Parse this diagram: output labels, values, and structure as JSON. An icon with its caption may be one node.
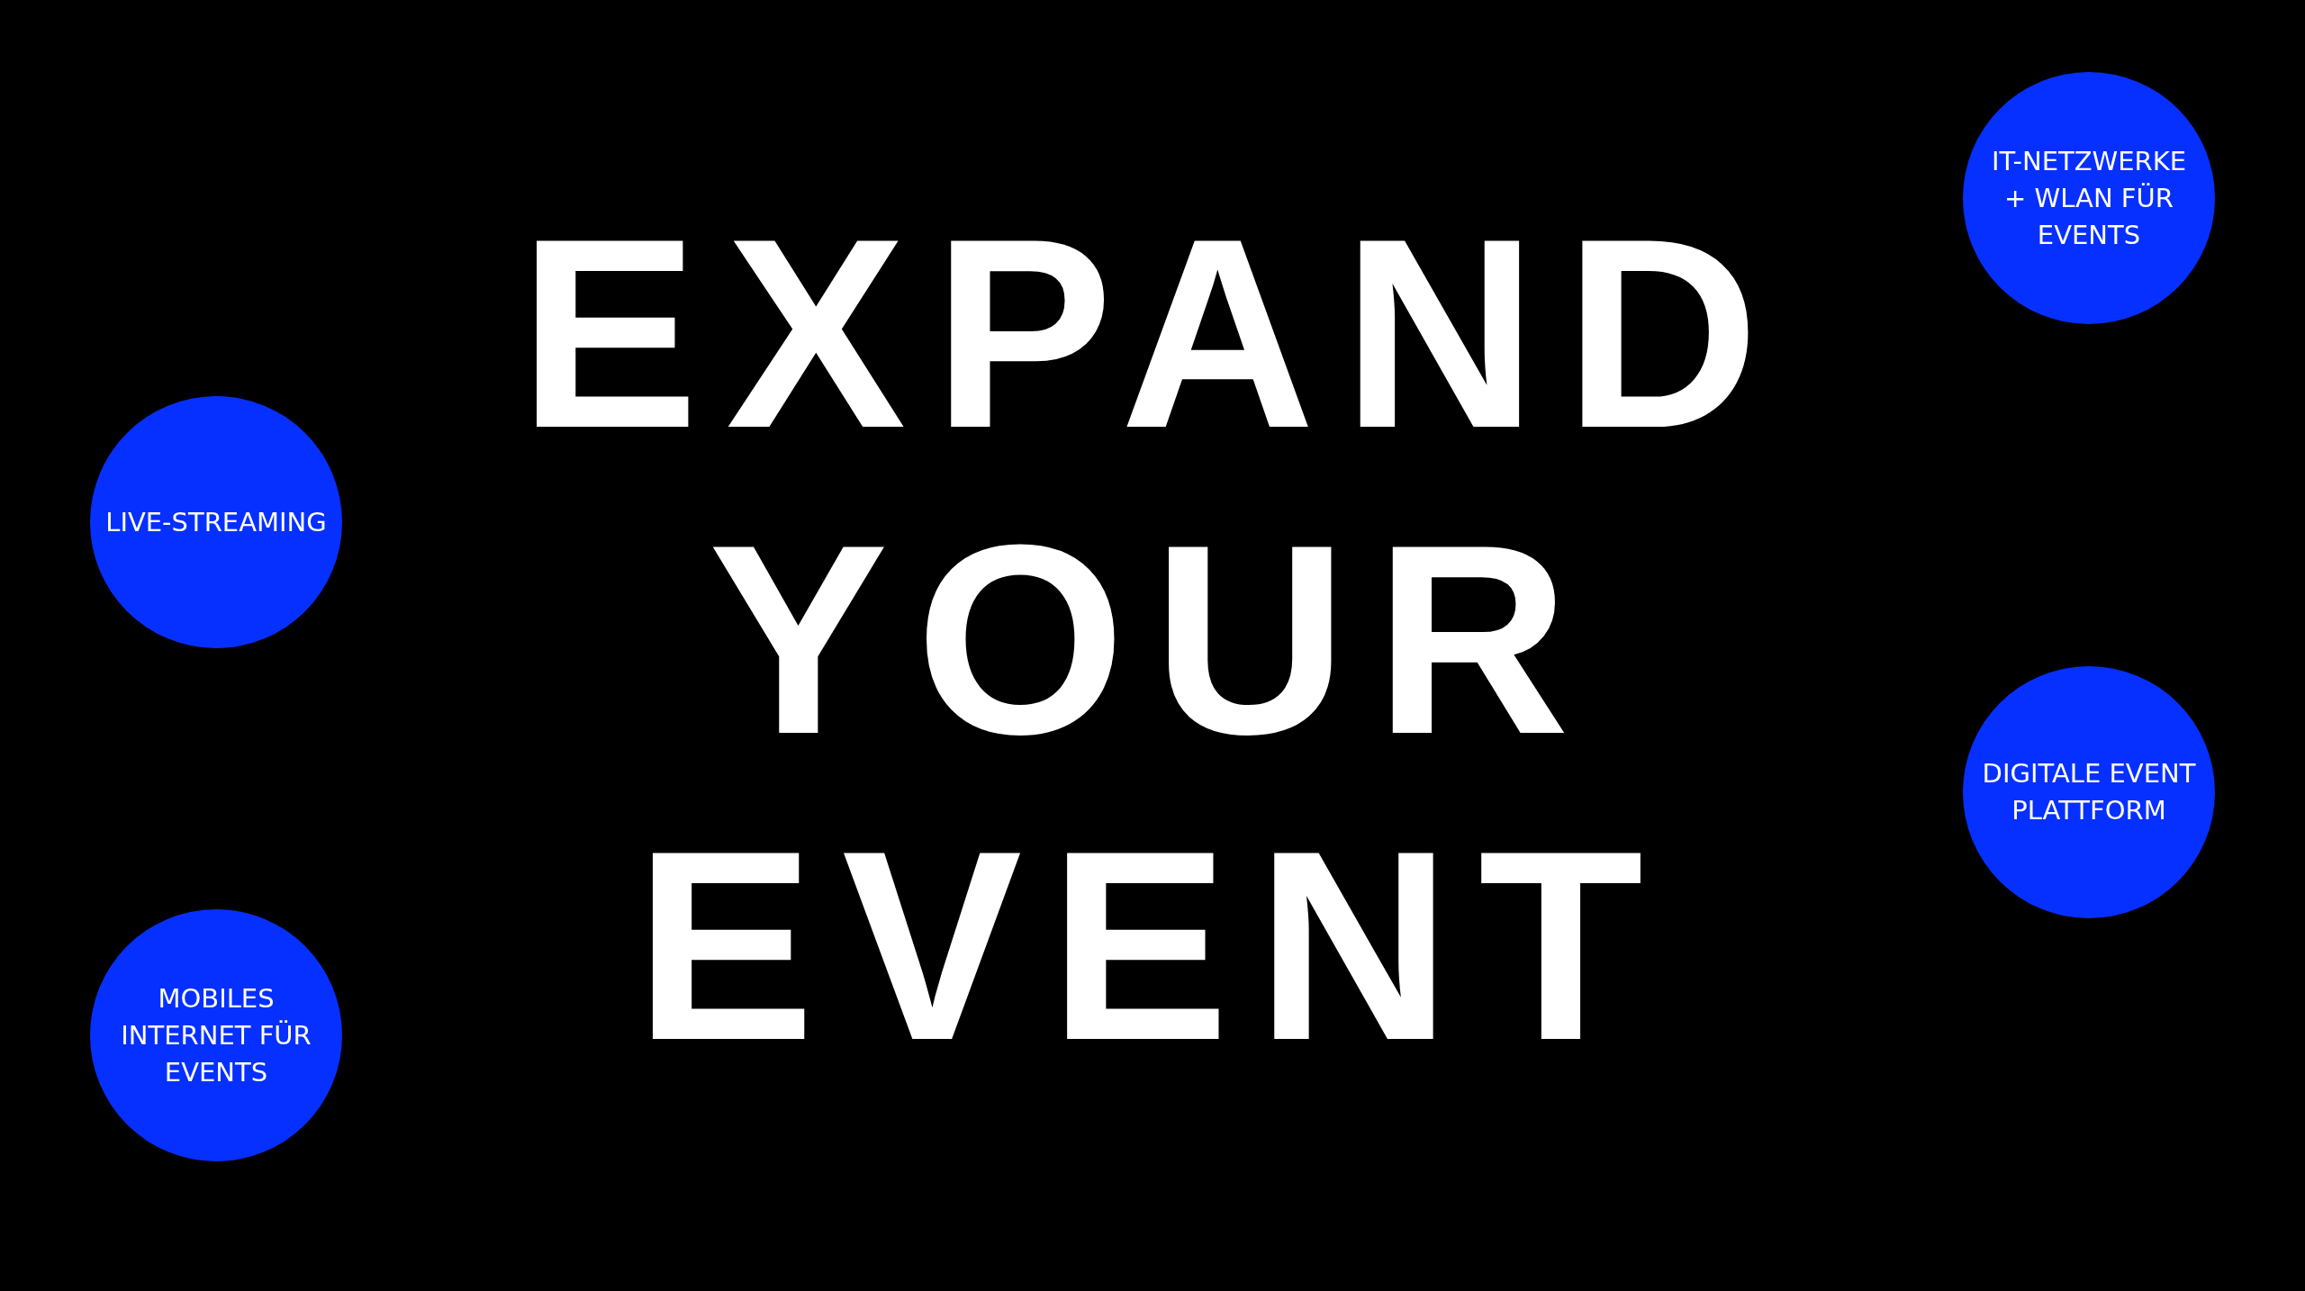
{
  "diagram": {
    "title": "EXPAND YOUR EVENT",
    "nodes": [
      {
        "text": [
          "IT-NETZWERKE + WLAN FÜR EVENTS"
        ]
      },
      {
        "text": [
          "LIVE-STREAMING"
        ]
      },
      {
        "text": [
          "DIGITALE EVENT PLATTFORM"
        ]
      },
      {
        "text": [
          "MOBILES INTERNET FÜR EVENTS"
        ]
      }
    ],
    "edges": []
  }
}
